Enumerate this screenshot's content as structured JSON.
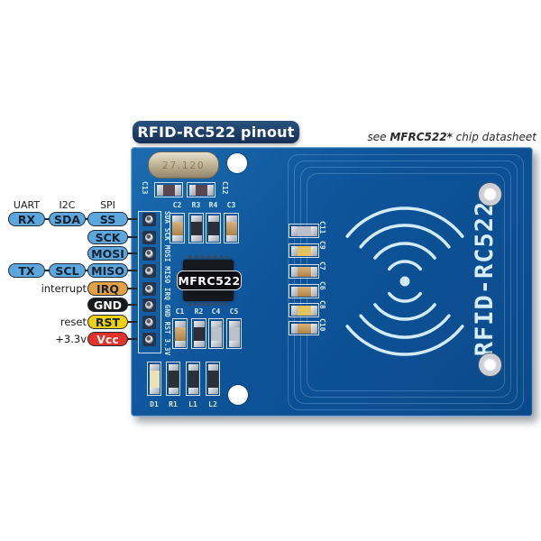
{
  "header": {
    "title": "RFID-RC522 pinout",
    "note": {
      "prefix": "see ",
      "chip": "MFRC522*",
      "suffix": " chip datasheet"
    }
  },
  "pinout": {
    "columns": [
      "UART",
      "I2C",
      "SPI"
    ],
    "rows": [
      {
        "uart": "RX",
        "i2c": "SDA",
        "spi": "SS"
      },
      {
        "spi": "SCK"
      },
      {
        "spi": "MOSI"
      },
      {
        "uart": "TX",
        "i2c": "SCL",
        "spi": "MISO"
      },
      {
        "note": "interrupt",
        "pin": "IRQ"
      },
      {
        "pin": "GND"
      },
      {
        "note": "reset",
        "pin": "RST"
      },
      {
        "note": "+3.3v",
        "pin": "Vcc"
      }
    ]
  },
  "board": {
    "name_silkscreen": "RFID-RC522",
    "chip_label": "MFRC522",
    "crystal_marking": "27.120",
    "pin_silkscreen": "SDA SCK MOSI MISO IRQ GND RST 3.3V",
    "labels": {
      "c13": "C13",
      "c12": "C12",
      "row1": [
        "C2",
        "R3",
        "R4",
        "C3"
      ],
      "row2": [
        "C1",
        "R2",
        "C4",
        "C5"
      ],
      "bottom": [
        "D1",
        "R1",
        "L1",
        "L2"
      ],
      "mid": [
        "C11",
        "C9",
        "C7",
        "C6",
        "C8",
        "C10"
      ]
    }
  },
  "colors": {
    "board_blue": "#0e549a",
    "silkscreen": "#d7edf9",
    "pill_blue": "#5ba7de",
    "pill_orange": "#e3a145",
    "pill_black": "#191919",
    "pill_yellow": "#eed00e",
    "pill_red": "#e23229",
    "title_bg": "#1b3a63"
  }
}
